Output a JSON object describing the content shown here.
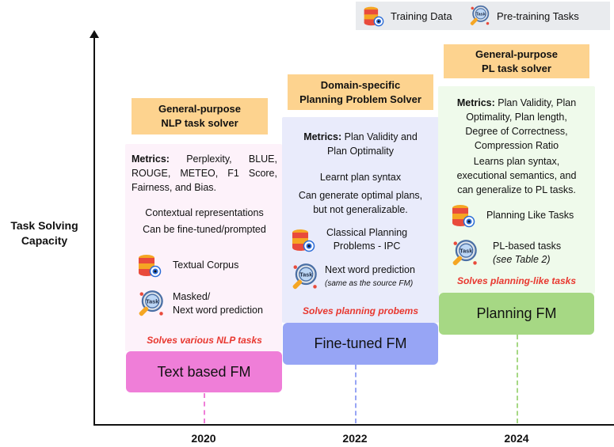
{
  "legend": {
    "training": "Training Data",
    "pretraining": "Pre-training Tasks"
  },
  "axis": {
    "ylabel_1": "Task Solving",
    "ylabel_2": "Capacity",
    "ticks": [
      "2020",
      "2022",
      "2024"
    ]
  },
  "col1": {
    "header_1": "General-purpose",
    "header_2": "NLP task solver",
    "metrics_label": "Metrics:",
    "metrics_line1": "Perplexity, BLUE,",
    "metrics_line2": "ROUGE, METEO, F1 Score,",
    "metrics_line3": "Fairness, and Bias.",
    "desc1": "Contextual representations",
    "desc2": "Can be fine-tuned/prompted",
    "data_label": "Textual Corpus",
    "task_label1": "Masked/",
    "task_label2": "Next word prediction",
    "solves": "Solves various NLP tasks",
    "fm": "Text based FM"
  },
  "col2": {
    "header_1": "Domain-specific",
    "header_2": "Planning Problem Solver",
    "metrics_label": "Metrics:",
    "metrics_line1": "Plan Validity and",
    "metrics_line2": "Plan Optimality",
    "desc1": "Learnt plan syntax",
    "desc2": "Can generate optimal plans,",
    "desc3": "but not generalizable.",
    "data_label1": "Classical Planning",
    "data_label2": "Problems - IPC",
    "task_label": "Next word prediction",
    "task_note": "(same as the source FM)",
    "solves": "Solves planning probems",
    "fm": "Fine-tuned FM"
  },
  "col3": {
    "header_1": "General-purpose",
    "header_2": "PL task solver",
    "metrics_label": "Metrics:",
    "metrics_line1": "Plan Validity, Plan",
    "metrics_line2": "Optimality, Plan length,",
    "metrics_line3": "Degree of Correctness,",
    "metrics_line4": "Compression Ratio",
    "desc1": "Learns plan syntax,",
    "desc2": "executional semantics, and",
    "desc3": "can generalize to PL tasks.",
    "data_label": "Planning Like Tasks",
    "task_label": "PL-based tasks",
    "task_note": "(see Table 2)",
    "solves": "Solves planning-like tasks",
    "fm": "Planning FM"
  },
  "colors": {
    "col1_panel": "#fdf2fa",
    "col2_panel": "#e9ebfb",
    "col3_panel": "#effaeb",
    "col1_fm": "#ef7ed8",
    "col2_fm": "#97a5f5",
    "col3_fm": "#a6d884",
    "header": "#fdd38f",
    "accent_red": "#e8372f"
  },
  "icons": {
    "training": "database-icon",
    "pretraining": "magnifier-task-icon"
  }
}
